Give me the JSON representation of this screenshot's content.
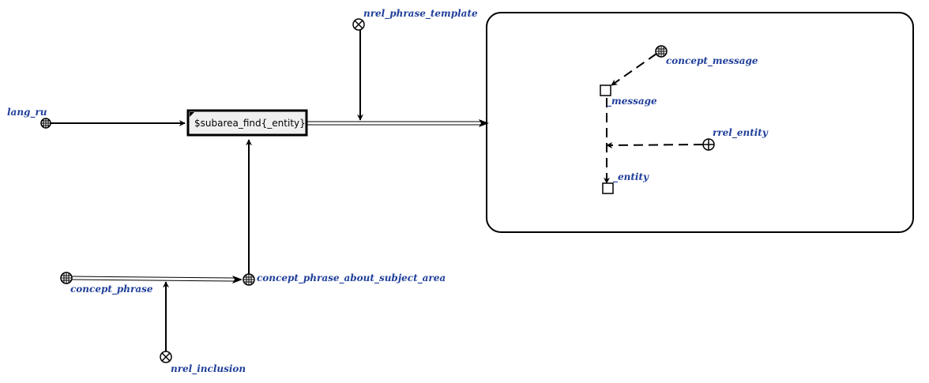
{
  "diagram": {
    "content_node_text": "$subarea_find{_entity}.",
    "labels": {
      "lang_ru": "lang_ru",
      "nrel_phrase_template": "nrel_phrase_template",
      "concept_phrase": "concept_phrase",
      "concept_phrase_about_subject_area": "concept_phrase_about_subject_area",
      "nrel_inclusion": "nrel_inclusion",
      "concept_message": "concept_message",
      "message_var": "_message",
      "rrel_entity": "rrel_entity",
      "entity_var": "_entity"
    },
    "colors": {
      "label": "#1f3f9a",
      "stroke": "#000000",
      "box_fill": "#f0f0f0"
    }
  }
}
